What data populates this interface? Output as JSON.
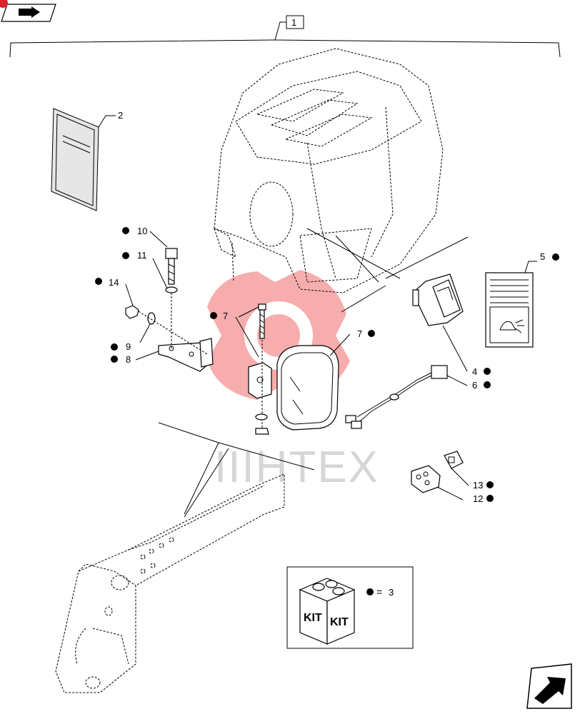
{
  "colors": {
    "watermark": "#f26b6b",
    "watermark_text": "#8c8c8c",
    "ink": "#000000",
    "corner_badge": "#d9232d"
  },
  "icons": {
    "top_left": "book-arrow-icon",
    "bottom_right": "next-page-arrow-icon",
    "kit": "kit-box-icon"
  },
  "watermark_text": "IIIHTEX",
  "callouts": {
    "c1": "1",
    "c2": "2",
    "c3": "3",
    "c4": "4",
    "c5": "5",
    "c6": "6",
    "c7a": "7",
    "c7b": "7",
    "c8": "8",
    "c9": "9",
    "c10": "10",
    "c11": "11",
    "c12": "12",
    "c13": "13",
    "c14": "14"
  },
  "legend": {
    "kit_label_left": "KIT",
    "kit_label_right": "KIT",
    "equals": "=",
    "value": "3"
  }
}
